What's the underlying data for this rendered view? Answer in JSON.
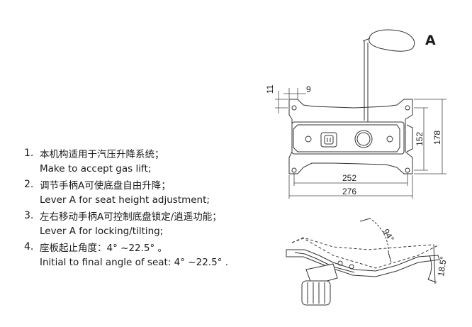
{
  "part_label": "A",
  "notes": [
    {
      "num": "1.",
      "zh": "本机构适用于汽压升降系统；",
      "en": "Make to accept gas lift;"
    },
    {
      "num": "2.",
      "zh": "调节手柄A可使底盘自由升降；",
      "en": "Lever A for seat height adjustment;"
    },
    {
      "num": "3.",
      "zh": "左右移动手柄A可控制底盘锁定/逍遥功能；",
      "en": "Lever A for locking/tilting;"
    },
    {
      "num": "4.",
      "zh": "座板起止角度：4° ~22.5° 。",
      "en": "Initial to final angle of seat: 4° ~22.5° ."
    }
  ],
  "dimensions": {
    "d11": "11",
    "d9": "9",
    "d152": "152",
    "d178": "178",
    "d252": "252",
    "d276": "276",
    "angle_94": "94°",
    "angle_18_5": "18.5°"
  }
}
